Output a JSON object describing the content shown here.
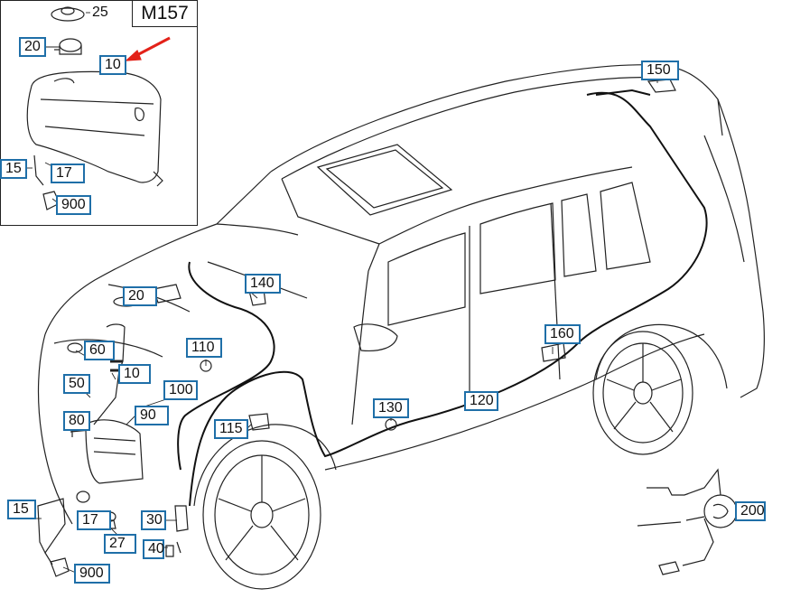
{
  "model_code": "M157",
  "arrow_color": "#e32219",
  "label_border_color": "#1f6fa8",
  "inset_labels": [
    {
      "id": "inset-25",
      "text": "25",
      "boxed": false
    },
    {
      "id": "inset-20",
      "text": "20",
      "boxed": true
    },
    {
      "id": "inset-10",
      "text": "10",
      "boxed": true
    },
    {
      "id": "inset-15",
      "text": "15",
      "boxed": true
    },
    {
      "id": "inset-17",
      "text": "17",
      "boxed": true
    },
    {
      "id": "inset-900",
      "text": "900",
      "boxed": true
    }
  ],
  "main_labels": [
    {
      "id": "main-20",
      "text": "20"
    },
    {
      "id": "main-140",
      "text": "140"
    },
    {
      "id": "main-150",
      "text": "150"
    },
    {
      "id": "main-60",
      "text": "60"
    },
    {
      "id": "main-110",
      "text": "110"
    },
    {
      "id": "main-10",
      "text": "10"
    },
    {
      "id": "main-160",
      "text": "160"
    },
    {
      "id": "main-50",
      "text": "50"
    },
    {
      "id": "main-100",
      "text": "100"
    },
    {
      "id": "main-90",
      "text": "90"
    },
    {
      "id": "main-130",
      "text": "130"
    },
    {
      "id": "main-120",
      "text": "120"
    },
    {
      "id": "main-80",
      "text": "80"
    },
    {
      "id": "main-115",
      "text": "115"
    },
    {
      "id": "main-15",
      "text": "15"
    },
    {
      "id": "main-17",
      "text": "17"
    },
    {
      "id": "main-30",
      "text": "30"
    },
    {
      "id": "main-200",
      "text": "200"
    },
    {
      "id": "main-27",
      "text": "27"
    },
    {
      "id": "main-40",
      "text": "40"
    },
    {
      "id": "main-900",
      "text": "900"
    }
  ]
}
